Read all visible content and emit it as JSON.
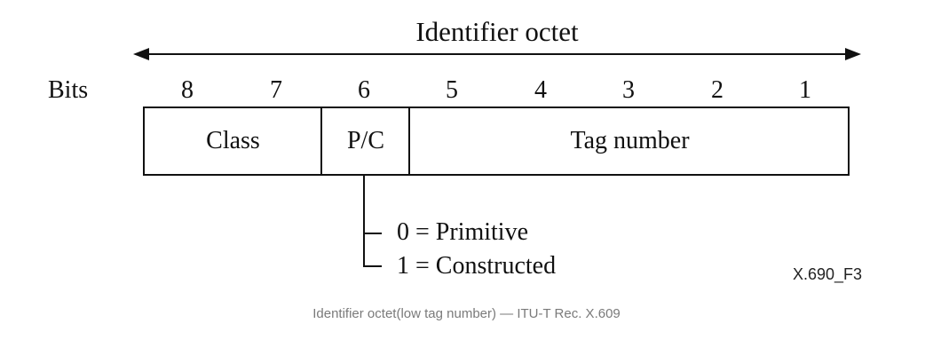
{
  "diagram": {
    "title": "Identifier octet",
    "bits_label": "Bits",
    "bit_numbers": [
      "8",
      "7",
      "6",
      "5",
      "4",
      "3",
      "2",
      "1"
    ],
    "fields": {
      "class": "Class",
      "pc": "P/C",
      "tag_number": "Tag number"
    },
    "pc_values": {
      "primitive": "0 = Primitive",
      "constructed": "1 = Constructed"
    },
    "figure_id": "X.690_F3"
  },
  "caption": "Identifier octet(low tag number) — ITU-T Rec. X.609"
}
